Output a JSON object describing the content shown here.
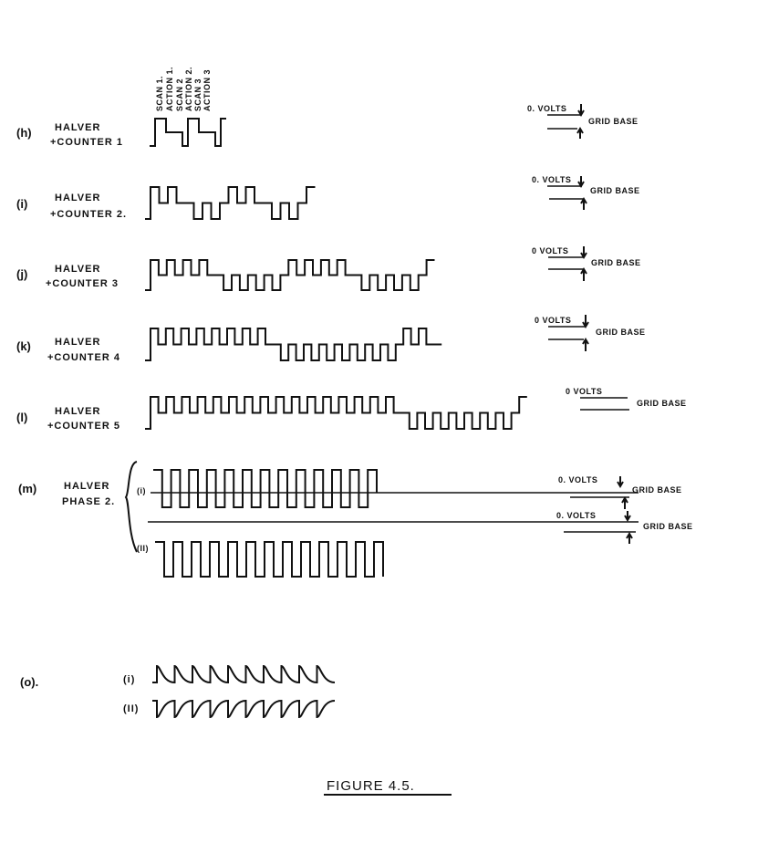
{
  "figure_title": "FIGURE 4.5.",
  "column_labels": [
    "SCAN 1.",
    "ACTION 1.",
    "SCAN 2",
    "ACTION 2.",
    "SCAN 3",
    "ACTION 3"
  ],
  "rows": [
    {
      "id": "h",
      "tag": "(h)",
      "line1": "HALVER",
      "line2": "+COUNTER 1",
      "zero": "0. VOLTS",
      "grid": "GRID BASE"
    },
    {
      "id": "i",
      "tag": "(i)",
      "line1": "HALVER",
      "line2": "+COUNTER 2.",
      "zero": "0. VOLTS",
      "grid": "GRID BASE"
    },
    {
      "id": "j",
      "tag": "(j)",
      "line1": "HALVER",
      "line2": "+COUNTER 3",
      "zero": "0 VOLTS",
      "grid": "GRID BASE"
    },
    {
      "id": "k",
      "tag": "(k)",
      "line1": "HALVER",
      "line2": "+COUNTER 4",
      "zero": "0 VOLTS",
      "grid": "GRID BASE"
    },
    {
      "id": "l",
      "tag": "(l)",
      "line1": "HALVER",
      "line2": "+COUNTER 5",
      "zero": "0 VOLTS",
      "grid": "GRID BASE"
    }
  ],
  "phase": {
    "tag": "(m)",
    "line1": "HALVER",
    "line2": "PHASE 2.",
    "sub_i": "(i)",
    "sub_ii": "(II)",
    "zero_i": "0. VOLTS",
    "grid_i": "GRID BASE",
    "zero_ii": "0. VOLTS",
    "grid_ii": "GRID BASE"
  },
  "spikes": {
    "tag": "(o).",
    "sub_i": "(i)",
    "sub_ii": "(II)"
  }
}
